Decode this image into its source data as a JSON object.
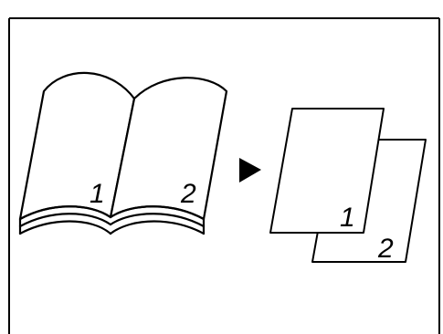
{
  "book": {
    "left_page_number": "1",
    "right_page_number": "2"
  },
  "output_sheets": {
    "front_sheet_number": "1",
    "back_sheet_number": "2"
  },
  "arrow": {
    "icon": "triangle-right-icon"
  },
  "colors": {
    "line": "#000000",
    "paper": "#ffffff"
  }
}
